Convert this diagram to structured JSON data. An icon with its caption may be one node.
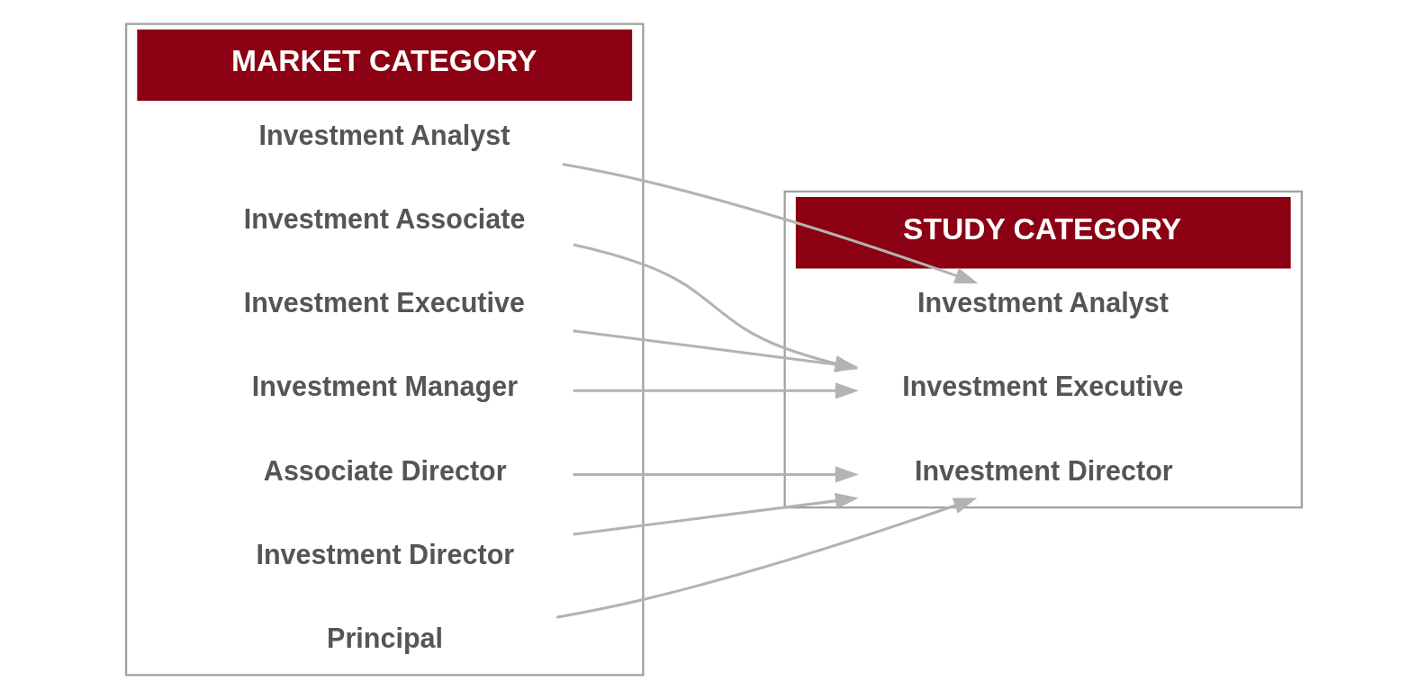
{
  "diagram": {
    "nodes": [
      {
        "text": [
          "MARKET CATEGORY"
        ]
      },
      {
        "text": [
          "Investment Analyst"
        ],
        "in": 0
      },
      {
        "text": [
          "Investment Associate"
        ],
        "in": 0
      },
      {
        "text": [
          "Investment Executive"
        ],
        "in": 0
      },
      {
        "text": [
          "Investment Manager"
        ],
        "in": 0
      },
      {
        "text": [
          "Associate Director"
        ],
        "in": 0
      },
      {
        "text": [
          "Investment Director"
        ],
        "in": 0
      },
      {
        "text": [
          "Principal"
        ],
        "in": 0
      },
      {
        "text": [
          "STUDY CATEGORY"
        ]
      },
      {
        "text": [
          "Investment Analyst"
        ],
        "in": 8
      },
      {
        "text": [
          "Investment Executive"
        ],
        "in": 8
      },
      {
        "text": [
          "Investment Director"
        ],
        "in": 8
      }
    ],
    "edges": [
      {
        "from": 1,
        "to": 9,
        "arrow": "to"
      },
      {
        "from": 2,
        "to": 10,
        "arrow": "to"
      },
      {
        "from": 3,
        "to": 10,
        "arrow": "to"
      },
      {
        "from": 4,
        "to": 10,
        "arrow": "to"
      },
      {
        "from": 5,
        "to": 11,
        "arrow": "to"
      },
      {
        "from": 6,
        "to": 11,
        "arrow": "to"
      },
      {
        "from": 7,
        "to": 11,
        "arrow": "to"
      }
    ]
  }
}
